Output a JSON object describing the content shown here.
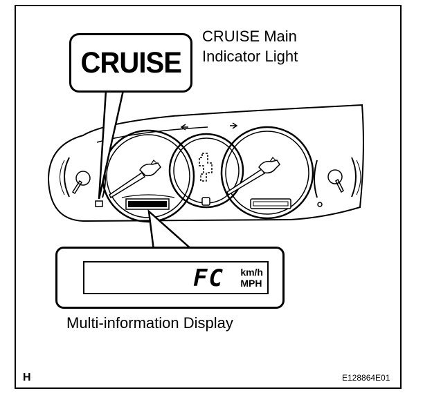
{
  "labels": {
    "callout_title_line1": "CRUISE Main",
    "callout_title_line2": "Indicator Light",
    "indicator_text": "CRUISE",
    "display_label": "Multi-information Display",
    "corner_letter": "H",
    "figure_code": "E128864E01"
  },
  "display": {
    "readout": "FC",
    "unit_primary": "km/h",
    "unit_secondary": "MPH"
  }
}
